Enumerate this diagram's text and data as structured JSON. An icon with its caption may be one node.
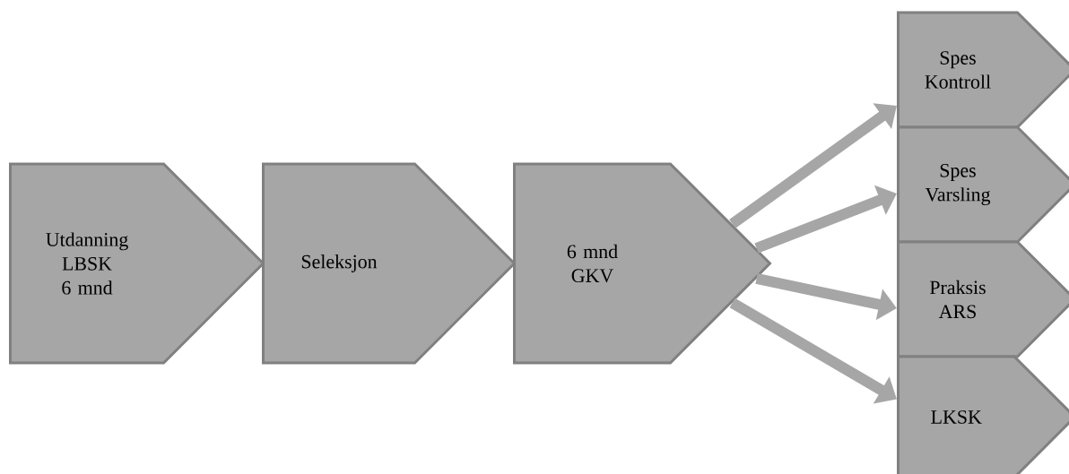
{
  "diagram": {
    "nodes": [
      {
        "text": [
          "Utdanning LBSK 6 mnd"
        ]
      },
      {
        "text": [
          "Seleksjon"
        ]
      },
      {
        "text": [
          "6 mnd GKV"
        ]
      },
      {
        "text": [
          "Spes Kontroll"
        ]
      },
      {
        "text": [
          "Spes Varsling"
        ]
      },
      {
        "text": [
          "Praksis ARS"
        ]
      },
      {
        "text": [
          "LKSK"
        ]
      }
    ],
    "edges": [
      {
        "from": 2,
        "to": 3,
        "arrow": "to"
      },
      {
        "from": 2,
        "to": 4,
        "arrow": "to"
      },
      {
        "from": 2,
        "to": 5,
        "arrow": "to"
      },
      {
        "from": 2,
        "to": 6,
        "arrow": "to"
      }
    ]
  }
}
